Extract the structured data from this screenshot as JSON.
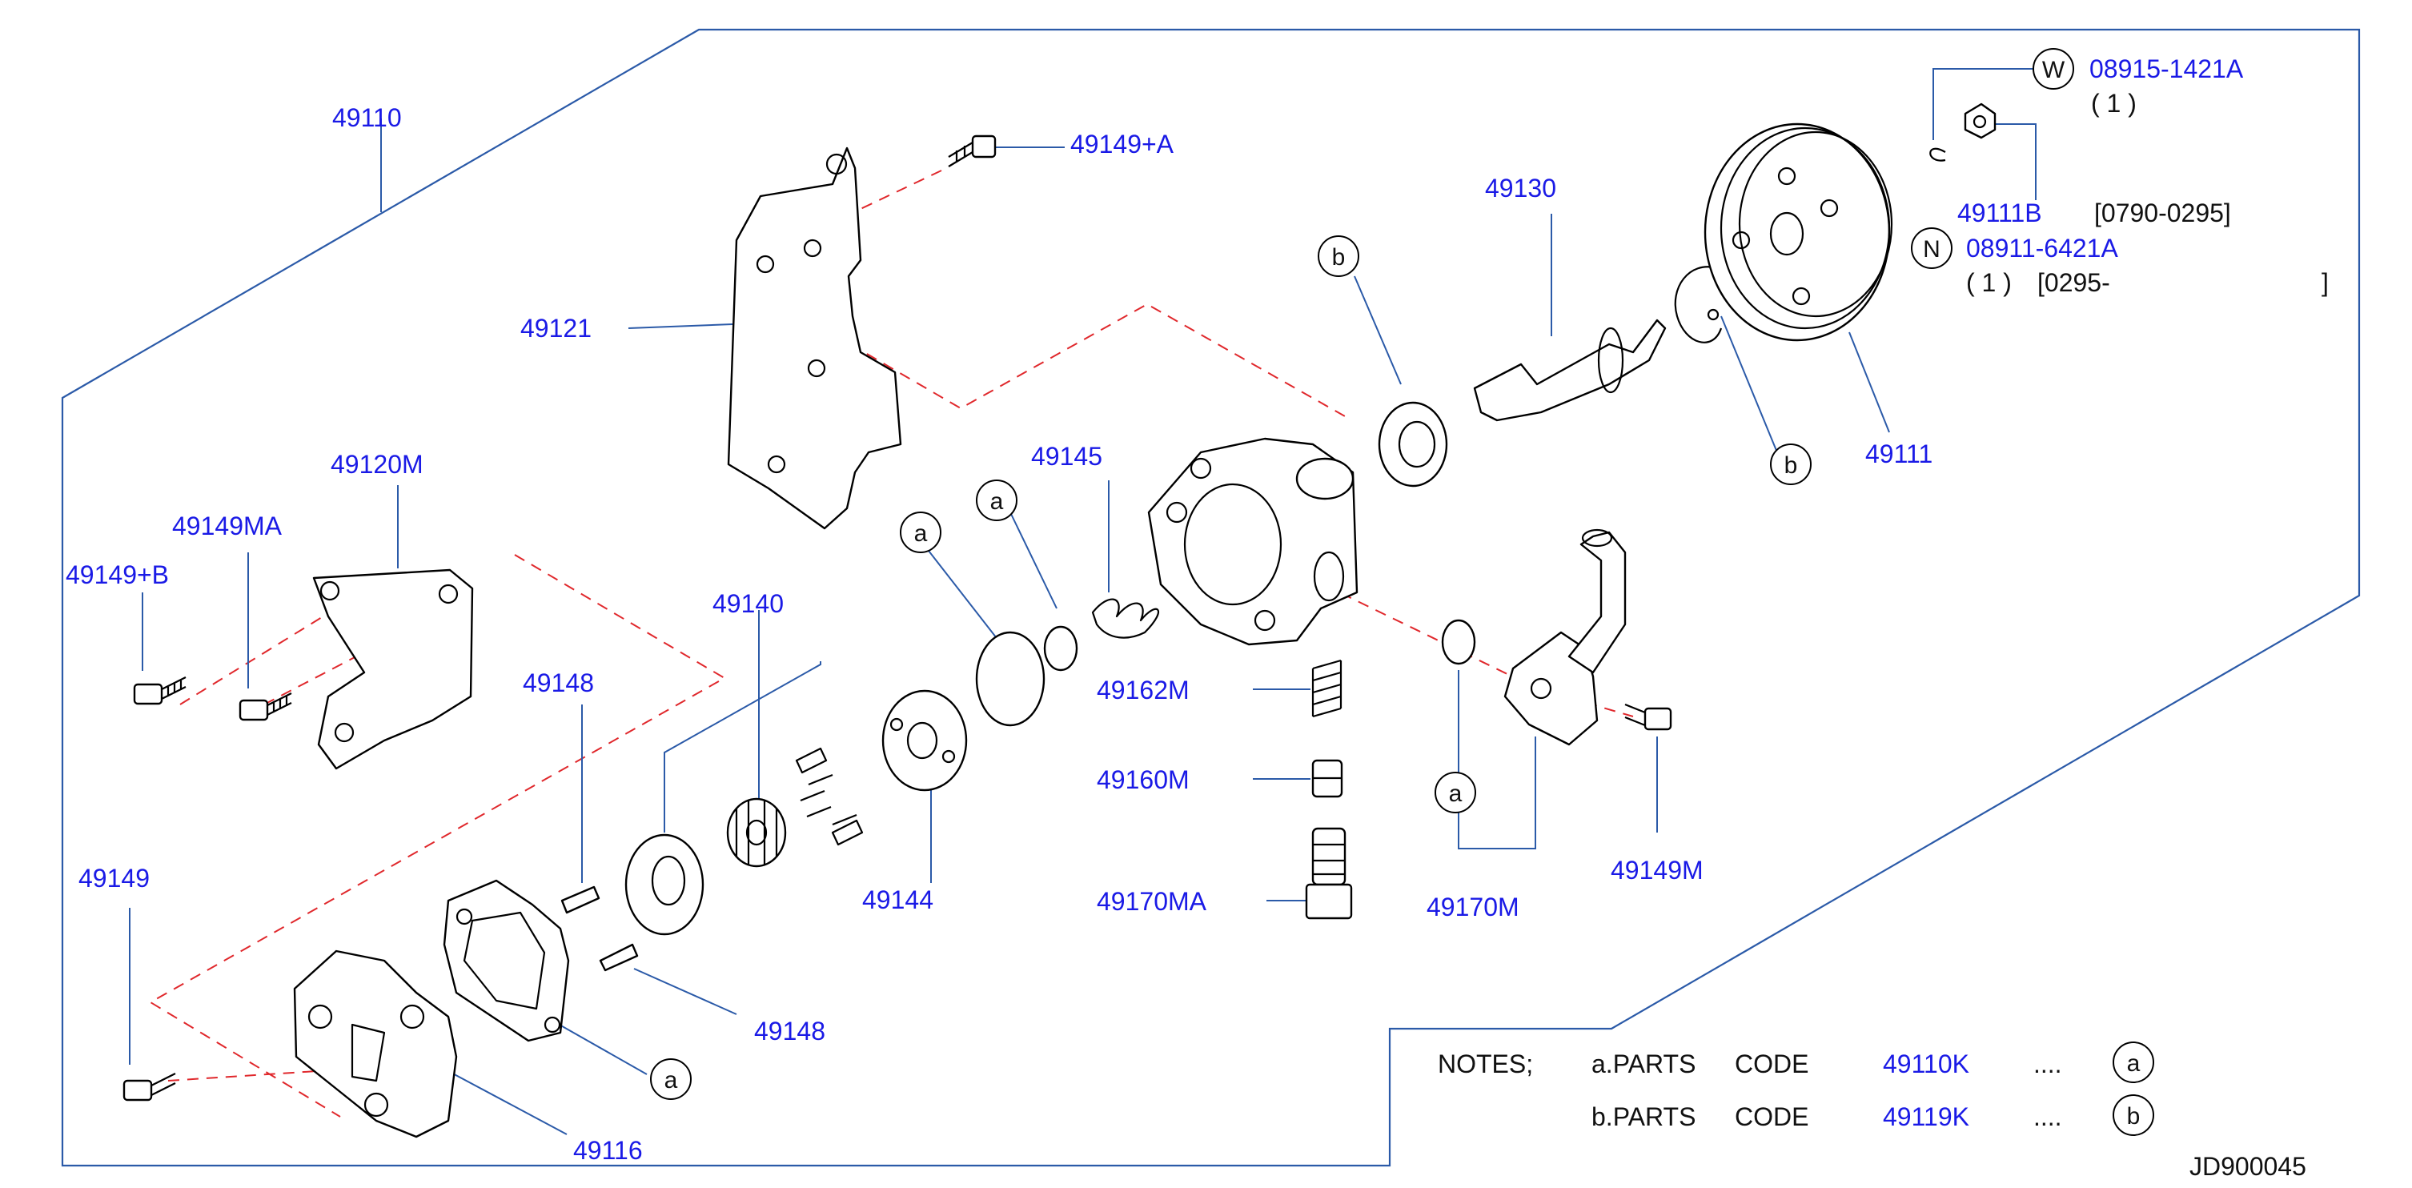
{
  "diagram_id": "JD900045",
  "part_labels": {
    "p49110": "49110",
    "p49149A": "49149+A",
    "p49121": "49121",
    "p49120M": "49120M",
    "p49149MA": "49149MA",
    "p49149B": "49149+B",
    "p49140": "49140",
    "p49148_top": "49148",
    "p49148_bottom": "49148",
    "p49149": "49149",
    "p49116": "49116",
    "p49144": "49144",
    "p49145": "49145",
    "p49162M": "49162M",
    "p49160M": "49160M",
    "p49170MA": "49170MA",
    "p49170M": "49170M",
    "p49149M": "49149M",
    "p49130": "49130",
    "p49111": "49111",
    "p49111B": "49111B"
  },
  "fasteners": {
    "washer_symbol": "W",
    "washer_code": "08915-1421A",
    "washer_qty": "( 1 )",
    "nut_symbol": "N",
    "nut_code": "08911-6421A",
    "nut_qty": "( 1 )",
    "date_range_1": "[0790-0295]",
    "date_range_2": "[0295-",
    "date_range_2_close": "]"
  },
  "markers": {
    "a": "a",
    "b": "b"
  },
  "notes": {
    "heading": "NOTES;",
    "row_a_label": "a.PARTS",
    "row_a_code_word": "CODE",
    "row_a_code": "49110K",
    "row_a_dots": "....",
    "row_a_marker": "a",
    "row_b_label": "b.PARTS",
    "row_b_code_word": "CODE",
    "row_b_code": "49119K",
    "row_b_dots": "....",
    "row_b_marker": "b"
  },
  "colors": {
    "label_text": "#1a1ae6",
    "frame_line": "#2b5aa8",
    "dashed_line": "#e0282c",
    "part_outline": "#000000"
  }
}
